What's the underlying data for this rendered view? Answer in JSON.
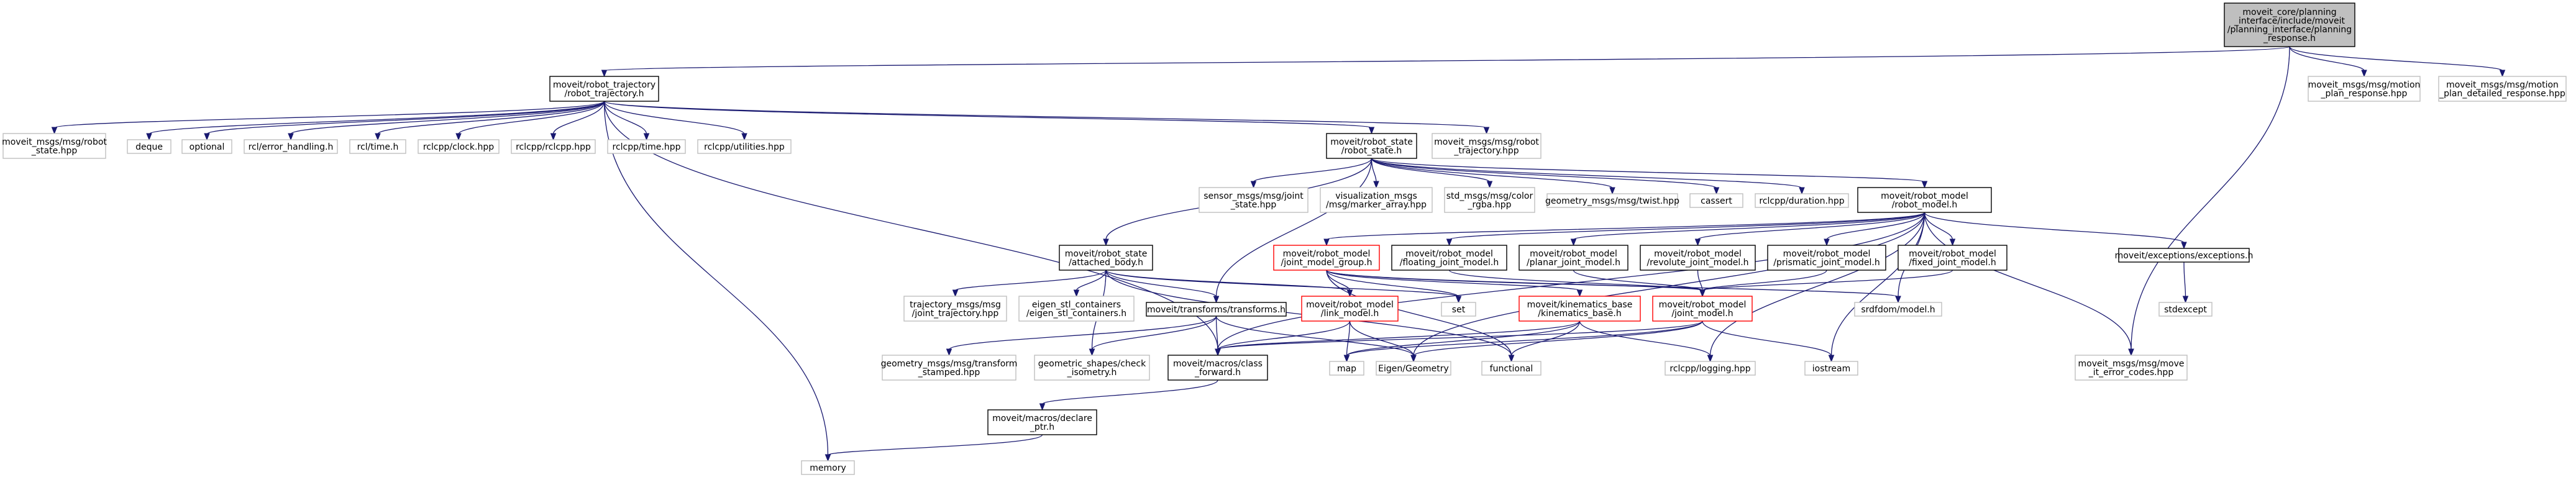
{
  "graph": {
    "type": "include-dependency-graph",
    "colors": {
      "edge": "#191970",
      "root_fill": "#bfbfbf",
      "normal_border": "#000000",
      "external_border": "#bfbfbf",
      "highlight_border": "#ff0000",
      "background": "#ffffff"
    },
    "nodes": [
      {
        "id": "root",
        "label": "moveit_core/planning\n_interface/include/moveit\n/planning_interface/planning\n_response.h",
        "style": "root"
      },
      {
        "id": "motion_plan_response",
        "label": "moveit_msgs/msg/motion\n_plan_response.hpp",
        "style": "external"
      },
      {
        "id": "motion_plan_detailed",
        "label": "moveit_msgs/msg/motion\n_plan_detailed_response.hpp",
        "style": "external"
      },
      {
        "id": "robot_trajectory",
        "label": "moveit/robot_trajectory\n/robot_trajectory.h",
        "style": "normal"
      },
      {
        "id": "robot_state_hpp",
        "label": "moveit_msgs/msg/robot\n_state.hpp",
        "style": "external"
      },
      {
        "id": "deque",
        "label": "deque",
        "style": "external"
      },
      {
        "id": "optional",
        "label": "optional",
        "style": "external"
      },
      {
        "id": "rcl_error",
        "label": "rcl/error_handling.h",
        "style": "external"
      },
      {
        "id": "rcl_time",
        "label": "rcl/time.h",
        "style": "external"
      },
      {
        "id": "rclcpp_clock",
        "label": "rclcpp/clock.hpp",
        "style": "external"
      },
      {
        "id": "rclcpp_rclcpp",
        "label": "rclcpp/rclcpp.hpp",
        "style": "external"
      },
      {
        "id": "rclcpp_time",
        "label": "rclcpp/time.hpp",
        "style": "external"
      },
      {
        "id": "rclcpp_utilities",
        "label": "rclcpp/utilities.hpp",
        "style": "external"
      },
      {
        "id": "robot_state",
        "label": "moveit/robot_state\n/robot_state.h",
        "style": "normal"
      },
      {
        "id": "robot_trajectory_hpp",
        "label": "moveit_msgs/msg/robot\n_trajectory.hpp",
        "style": "external"
      },
      {
        "id": "sensor_joint_state",
        "label": "sensor_msgs/msg/joint\n_state.hpp",
        "style": "external"
      },
      {
        "id": "marker_array",
        "label": "visualization_msgs\n/msg/marker_array.hpp",
        "style": "external"
      },
      {
        "id": "color_rgba",
        "label": "std_msgs/msg/color\n_rgba.hpp",
        "style": "external"
      },
      {
        "id": "twist",
        "label": "geometry_msgs/msg/twist.hpp",
        "style": "external"
      },
      {
        "id": "cassert",
        "label": "cassert",
        "style": "external"
      },
      {
        "id": "rclcpp_duration",
        "label": "rclcpp/duration.hpp",
        "style": "external"
      },
      {
        "id": "robot_model",
        "label": "moveit/robot_model\n/robot_model.h",
        "style": "normal"
      },
      {
        "id": "attached_body",
        "label": "moveit/robot_state\n/attached_body.h",
        "style": "normal"
      },
      {
        "id": "joint_model_group",
        "label": "moveit/robot_model\n/joint_model_group.h",
        "style": "highlight"
      },
      {
        "id": "floating_joint",
        "label": "moveit/robot_model\n/floating_joint_model.h",
        "style": "normal"
      },
      {
        "id": "planar_joint",
        "label": "moveit/robot_model\n/planar_joint_model.h",
        "style": "normal"
      },
      {
        "id": "revolute_joint",
        "label": "moveit/robot_model\n/revolute_joint_model.h",
        "style": "normal"
      },
      {
        "id": "prismatic_joint",
        "label": "moveit/robot_model\n/prismatic_joint_model.h",
        "style": "normal"
      },
      {
        "id": "fixed_joint",
        "label": "moveit/robot_model\n/fixed_joint_model.h",
        "style": "normal"
      },
      {
        "id": "exceptions",
        "label": "moveit/exceptions/exceptions.h",
        "style": "normal"
      },
      {
        "id": "stdexcept",
        "label": "stdexcept",
        "style": "external"
      },
      {
        "id": "trajectory_msgs",
        "label": "trajectory_msgs/msg\n/joint_trajectory.hpp",
        "style": "external"
      },
      {
        "id": "eigen_stl",
        "label": "eigen_stl_containers\n/eigen_stl_containers.h",
        "style": "external"
      },
      {
        "id": "transforms",
        "label": "moveit/transforms/transforms.h",
        "style": "normal"
      },
      {
        "id": "link_model",
        "label": "moveit/robot_model\n/link_model.h",
        "style": "highlight"
      },
      {
        "id": "set",
        "label": "set",
        "style": "external"
      },
      {
        "id": "kinematics_base",
        "label": "moveit/kinematics_base\n/kinematics_base.h",
        "style": "highlight"
      },
      {
        "id": "joint_model",
        "label": "moveit/robot_model\n/joint_model.h",
        "style": "highlight"
      },
      {
        "id": "srdfdom",
        "label": "srdfdom/model.h",
        "style": "external"
      },
      {
        "id": "transform_stamped",
        "label": "geometry_msgs/msg/transform\n_stamped.hpp",
        "style": "external"
      },
      {
        "id": "check_isometry",
        "label": "geometric_shapes/check\n_isometry.h",
        "style": "external"
      },
      {
        "id": "class_forward",
        "label": "moveit/macros/class\n_forward.h",
        "style": "normal"
      },
      {
        "id": "map",
        "label": "map",
        "style": "external"
      },
      {
        "id": "eigen_geometry",
        "label": "Eigen/Geometry",
        "style": "external"
      },
      {
        "id": "functional",
        "label": "functional",
        "style": "external"
      },
      {
        "id": "rclcpp_logging",
        "label": "rclcpp/logging.hpp",
        "style": "external"
      },
      {
        "id": "iostream",
        "label": "iostream",
        "style": "external"
      },
      {
        "id": "move_it_error_codes",
        "label": "moveit_msgs/msg/move\n_it_error_codes.hpp",
        "style": "external"
      },
      {
        "id": "declare_ptr",
        "label": "moveit/macros/declare\n_ptr.h",
        "style": "normal"
      },
      {
        "id": "memory",
        "label": "memory",
        "style": "external"
      }
    ],
    "edges": [
      [
        "root",
        "motion_plan_response"
      ],
      [
        "root",
        "motion_plan_detailed"
      ],
      [
        "root",
        "robot_trajectory"
      ],
      [
        "root",
        "move_it_error_codes"
      ],
      [
        "robot_trajectory",
        "robot_state_hpp"
      ],
      [
        "robot_trajectory",
        "deque"
      ],
      [
        "robot_trajectory",
        "optional"
      ],
      [
        "robot_trajectory",
        "rcl_error"
      ],
      [
        "robot_trajectory",
        "rcl_time"
      ],
      [
        "robot_trajectory",
        "rclcpp_clock"
      ],
      [
        "robot_trajectory",
        "rclcpp_rclcpp"
      ],
      [
        "robot_trajectory",
        "rclcpp_time"
      ],
      [
        "robot_trajectory",
        "rclcpp_utilities"
      ],
      [
        "robot_trajectory",
        "robot_state"
      ],
      [
        "robot_trajectory",
        "robot_trajectory_hpp"
      ],
      [
        "robot_trajectory",
        "memory"
      ],
      [
        "robot_trajectory",
        "class_forward"
      ],
      [
        "robot_state",
        "sensor_joint_state"
      ],
      [
        "robot_state",
        "marker_array"
      ],
      [
        "robot_state",
        "color_rgba"
      ],
      [
        "robot_state",
        "twist"
      ],
      [
        "robot_state",
        "cassert"
      ],
      [
        "robot_state",
        "rclcpp_duration"
      ],
      [
        "robot_state",
        "robot_model"
      ],
      [
        "robot_state",
        "attached_body"
      ],
      [
        "robot_state",
        "transforms"
      ],
      [
        "robot_model",
        "joint_model_group"
      ],
      [
        "robot_model",
        "floating_joint"
      ],
      [
        "robot_model",
        "planar_joint"
      ],
      [
        "robot_model",
        "revolute_joint"
      ],
      [
        "robot_model",
        "prismatic_joint"
      ],
      [
        "robot_model",
        "fixed_joint"
      ],
      [
        "robot_model",
        "exceptions"
      ],
      [
        "robot_model",
        "srdfdom"
      ],
      [
        "robot_model",
        "eigen_geometry"
      ],
      [
        "robot_model",
        "rclcpp_logging"
      ],
      [
        "robot_model",
        "iostream"
      ],
      [
        "robot_model",
        "class_forward"
      ],
      [
        "robot_model",
        "move_it_error_codes"
      ],
      [
        "exceptions",
        "stdexcept"
      ],
      [
        "attached_body",
        "trajectory_msgs"
      ],
      [
        "attached_body",
        "eigen_stl"
      ],
      [
        "attached_body",
        "transforms"
      ],
      [
        "attached_body",
        "link_model"
      ],
      [
        "attached_body",
        "set"
      ],
      [
        "attached_body",
        "functional"
      ],
      [
        "attached_body",
        "check_isometry"
      ],
      [
        "joint_model_group",
        "link_model"
      ],
      [
        "joint_model_group",
        "kinematics_base"
      ],
      [
        "joint_model_group",
        "joint_model"
      ],
      [
        "joint_model_group",
        "set"
      ],
      [
        "joint_model_group",
        "functional"
      ],
      [
        "joint_model_group",
        "srdfdom"
      ],
      [
        "floating_joint",
        "joint_model"
      ],
      [
        "planar_joint",
        "joint_model"
      ],
      [
        "revolute_joint",
        "joint_model"
      ],
      [
        "prismatic_joint",
        "joint_model"
      ],
      [
        "fixed_joint",
        "joint_model"
      ],
      [
        "transforms",
        "transform_stamped"
      ],
      [
        "transforms",
        "check_isometry"
      ],
      [
        "transforms",
        "class_forward"
      ],
      [
        "transforms",
        "eigen_geometry"
      ],
      [
        "link_model",
        "class_forward"
      ],
      [
        "link_model",
        "map"
      ],
      [
        "link_model",
        "eigen_geometry"
      ],
      [
        "kinematics_base",
        "functional"
      ],
      [
        "kinematics_base",
        "rclcpp_logging"
      ],
      [
        "kinematics_base",
        "class_forward"
      ],
      [
        "kinematics_base",
        "map"
      ],
      [
        "joint_model",
        "map"
      ],
      [
        "joint_model",
        "eigen_geometry"
      ],
      [
        "joint_model",
        "iostream"
      ],
      [
        "joint_model",
        "class_forward"
      ],
      [
        "class_forward",
        "declare_ptr"
      ],
      [
        "declare_ptr",
        "memory"
      ]
    ]
  }
}
